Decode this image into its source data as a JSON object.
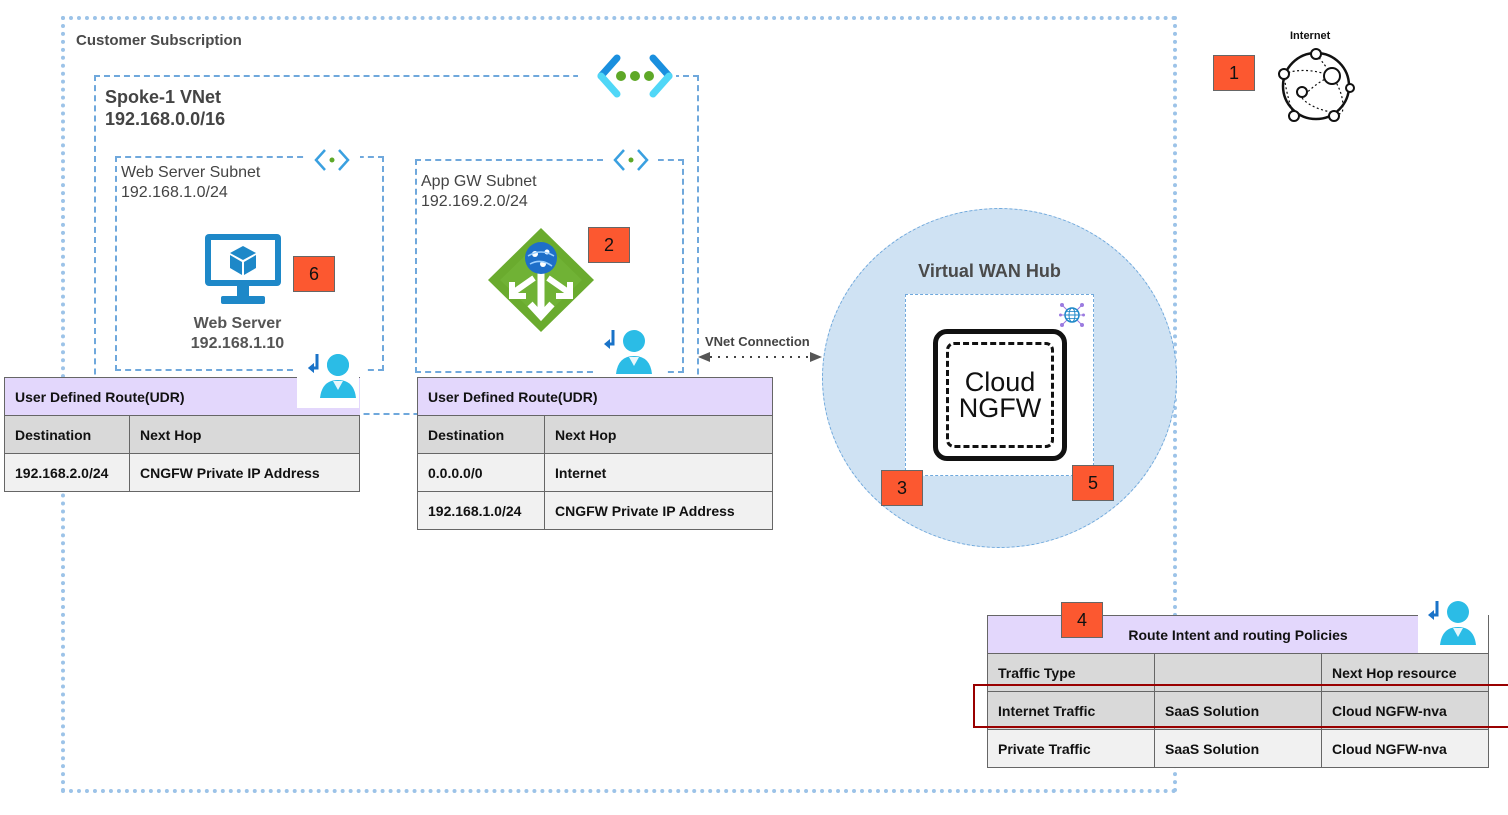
{
  "subscription": {
    "label": "Customer Subscription"
  },
  "vnet": {
    "name": "Spoke-1 VNet",
    "cidr": "192.168.0.0/16",
    "icon": "virtual-network-icon"
  },
  "subnets": [
    {
      "name": "Web Server Subnet",
      "cidr": "192.168.1.0/24",
      "icon": "subnet-icon"
    },
    {
      "name": "App GW Subnet",
      "cidr": "192.169.2.0/24",
      "icon": "subnet-icon"
    }
  ],
  "web_server": {
    "name": "Web Server",
    "ip": "192.168.1.10",
    "icon": "virtual-machine-icon"
  },
  "app_gateway": {
    "icon": "application-gateway-icon"
  },
  "badges": [
    "1",
    "2",
    "3",
    "4",
    "5",
    "6"
  ],
  "udr_web": {
    "title": "User Defined Route(UDR)",
    "columns": [
      "Destination",
      "Next Hop"
    ],
    "rows": [
      [
        "192.168.2.0/24",
        "CNGFW Private IP Address"
      ]
    ]
  },
  "udr_app": {
    "title": "User Defined Route(UDR)",
    "columns": [
      "Destination",
      "Next Hop"
    ],
    "rows": [
      [
        "0.0.0.0/0",
        "Internet"
      ],
      [
        "192.168.1.0/24",
        "CNGFW Private IP Address"
      ]
    ]
  },
  "vnet_connection": {
    "label": "VNet Connection"
  },
  "hub": {
    "title": "Virtual WAN Hub",
    "ngfw_line1": "Cloud",
    "ngfw_line2": "NGFW",
    "icon": "vwan-hub-icon"
  },
  "internet": {
    "label": "Internet",
    "icon": "internet-globe-icon"
  },
  "policies": {
    "title": "Route Intent and routing Policies",
    "columns": [
      "Traffic Type",
      "",
      "Next Hop resource"
    ],
    "rows": [
      [
        "Internet Traffic",
        "SaaS Solution",
        "Cloud NGFW-nva"
      ],
      [
        "Private Traffic",
        "SaaS Solution",
        "Cloud NGFW-nva"
      ]
    ],
    "highlighted_row": 0
  },
  "colors": {
    "badge": "#fc5830",
    "table_header": "#e3d7fc",
    "hub": "#cfe2f3",
    "highlight": "#990000",
    "border": "#6fa8dc"
  }
}
